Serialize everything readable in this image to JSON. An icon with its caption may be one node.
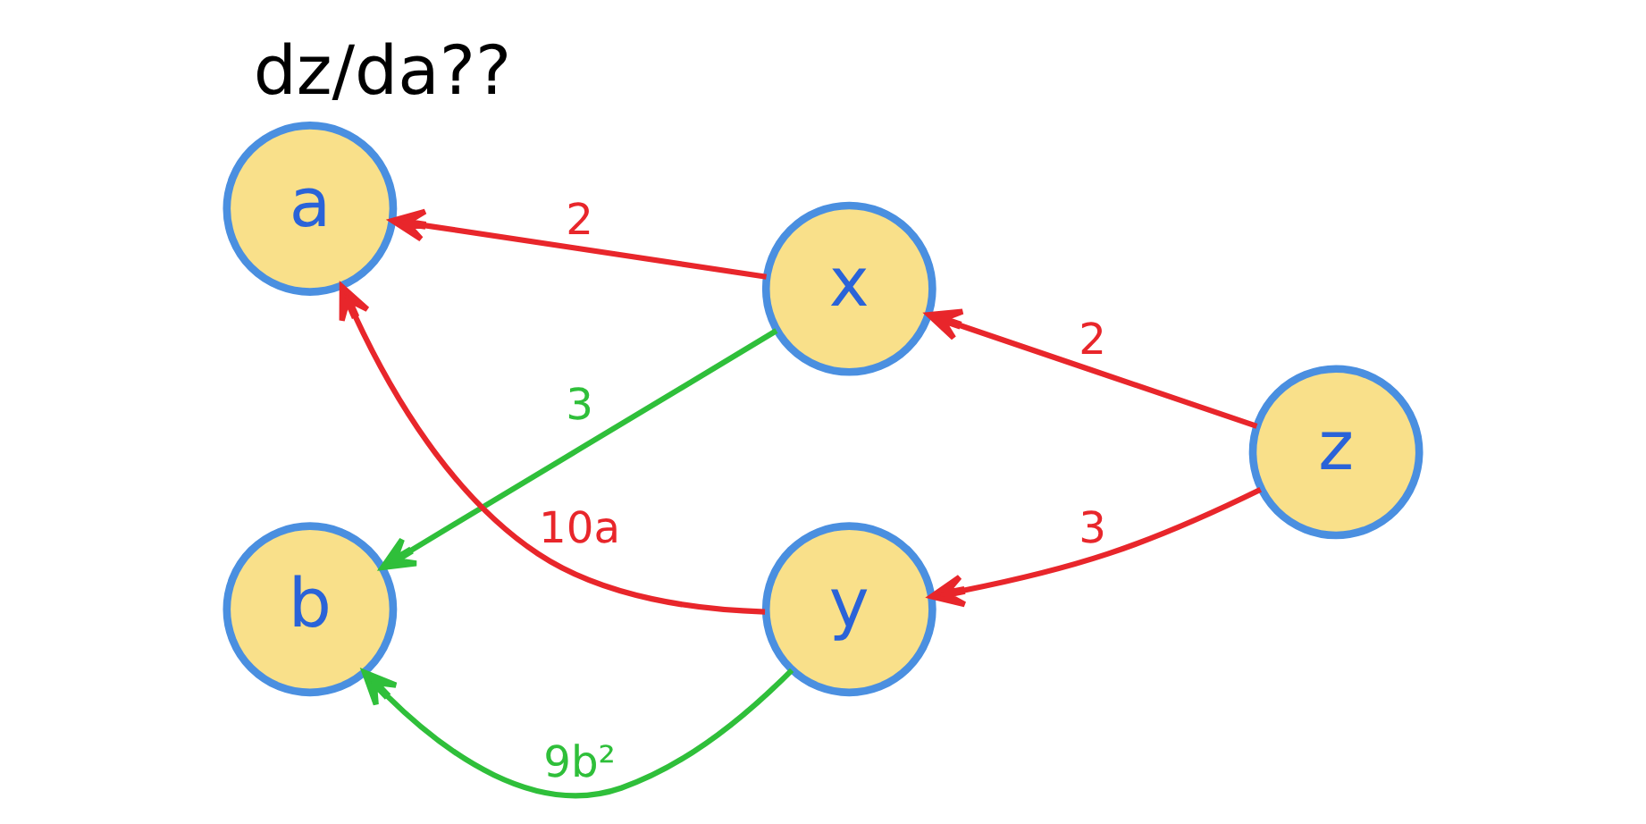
{
  "diagram": {
    "title": "dz/da??",
    "nodes": [
      {
        "text": [
          "a"
        ]
      },
      {
        "text": [
          "x"
        ]
      },
      {
        "text": [
          "z"
        ]
      },
      {
        "text": [
          "b"
        ]
      },
      {
        "text": [
          "y"
        ]
      }
    ],
    "edges": [
      {
        "from": 1,
        "to": 0,
        "arrow": "to",
        "label": "2"
      },
      {
        "from": 2,
        "to": 1,
        "arrow": "to",
        "label": "2"
      },
      {
        "from": 4,
        "to": 0,
        "arrow": "to",
        "label": "10a"
      },
      {
        "from": 1,
        "to": 3,
        "arrow": "to",
        "label": "3",
        "color": "#2fbf3a"
      },
      {
        "from": 2,
        "to": 4,
        "arrow": "to",
        "label": "3"
      },
      {
        "from": 4,
        "to": 3,
        "arrow": "to",
        "label": "9b²",
        "color": "#2fbf3a"
      }
    ]
  }
}
